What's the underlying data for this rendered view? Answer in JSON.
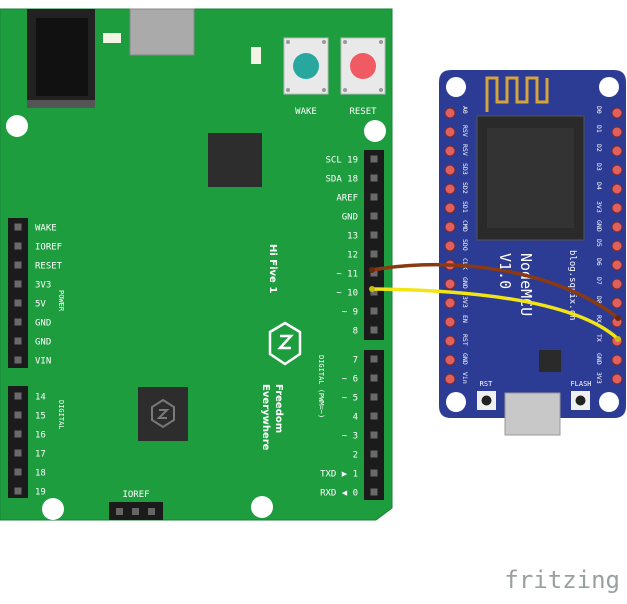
{
  "arduino": {
    "btn_wake": "WAKE",
    "btn_reset": "RESET",
    "brand": "Hi Five 1",
    "slogan_1": "Freedom",
    "slogan_2": "Everywhere",
    "ioref_bottom": "IOREF",
    "power_group": "POWER",
    "digital_group_left": "DIGITAL",
    "digital_group_right": "DIGITAL (PWM=~)",
    "left_pins": [
      "WAKE",
      "IOREF",
      "RESET",
      "3V3",
      "5V",
      "GND",
      "GND",
      "VIN"
    ],
    "left_pins2": [
      "14",
      "15",
      "16",
      "17",
      "18",
      "19"
    ],
    "right_pins_top": [
      "SCL 19",
      "SDA 18",
      "AREF",
      "GND",
      "13",
      "12",
      "~ 11",
      "~ 10",
      "~ 9",
      "8"
    ],
    "right_pins_bottom": [
      "7",
      "~ 6",
      "~ 5",
      "4",
      "~ 3",
      "2",
      "TXD ▶ 1",
      "RXD ◀ 0"
    ]
  },
  "nodemcu": {
    "title": "NodeMCU",
    "version": "V1.0",
    "site": "blog.squix.ch",
    "btn_rst": "RST",
    "btn_flash": "FLASH",
    "left_pins": [
      "A0",
      "RSV",
      "RSV",
      "SD3",
      "SD2",
      "SD1",
      "CMD",
      "SDO",
      "CLK",
      "GND",
      "3V3",
      "EN",
      "RST",
      "GND",
      "Vin"
    ],
    "right_pins": [
      "D0",
      "D1",
      "D2",
      "D3",
      "D4",
      "3V3",
      "GND",
      "D5",
      "D6",
      "D7",
      "D8",
      "RX",
      "TX",
      "GND",
      "3V3"
    ]
  },
  "wires": [
    {
      "from": "~ 11",
      "to": "RX",
      "color": "#8a3a12"
    },
    {
      "from": "~ 10",
      "to": "TX",
      "color": "#f2e415"
    }
  ],
  "watermark": "fritzing",
  "colors": {
    "board_green": "#1e9d3f",
    "nodemcu_blue": "#2c3c94",
    "header_black": "#1b1b1b"
  }
}
